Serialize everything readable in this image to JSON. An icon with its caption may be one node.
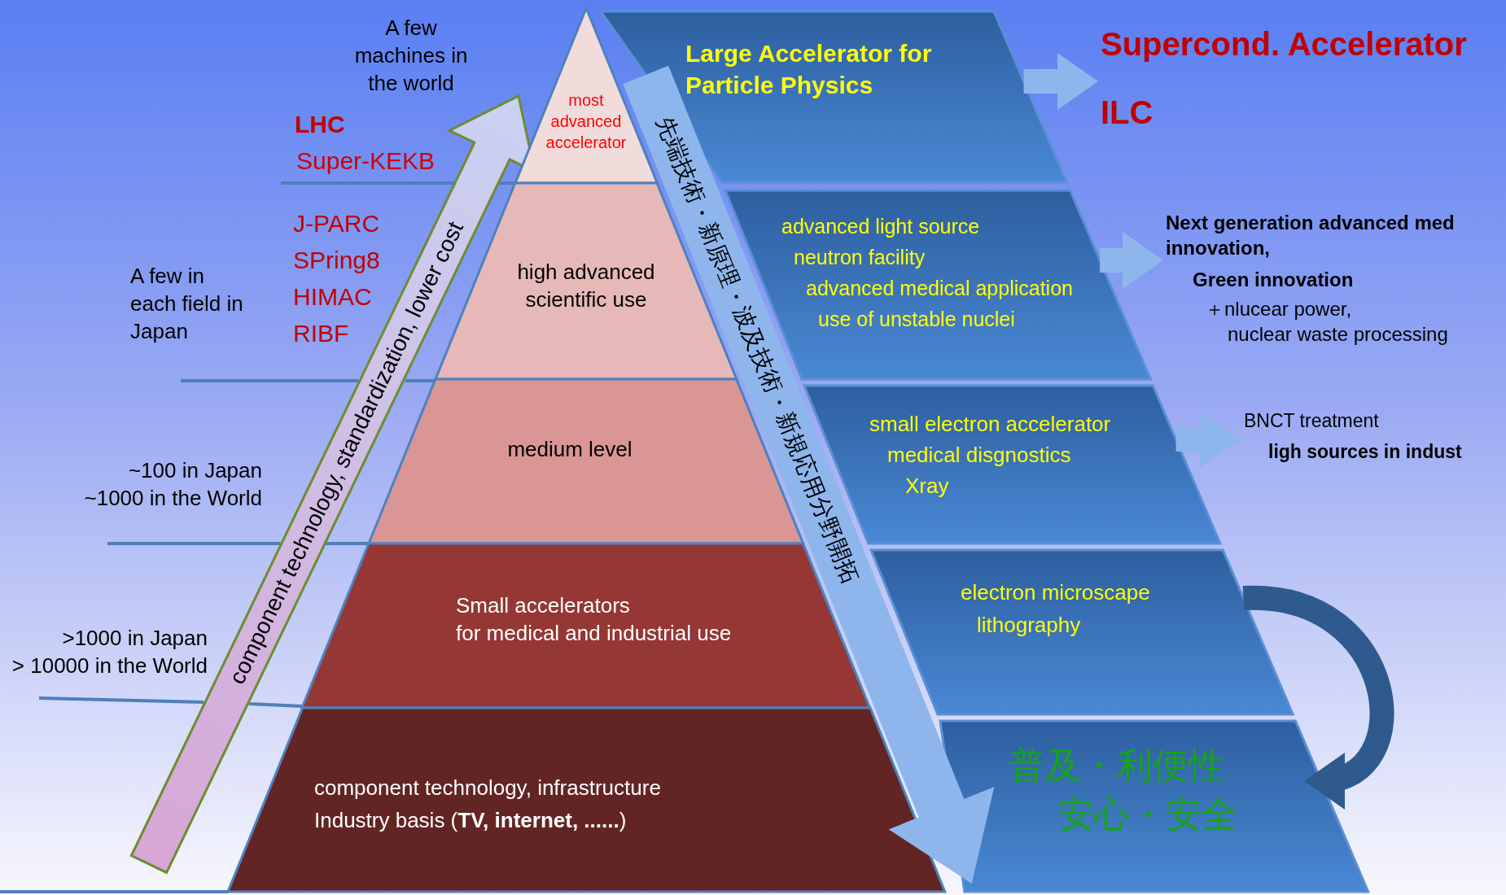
{
  "diagram": {
    "nodes": [
      {
        "text": [
          "most advanced accelerator"
        ]
      },
      {
        "text": [
          "high advanced scientific use"
        ]
      },
      {
        "text": [
          "medium level"
        ]
      },
      {
        "text": [
          "Small accelerators for medical and industrial use"
        ]
      },
      {
        "text": [
          "component technology, infrastructure",
          "Industry basis (**TV, internet, ......**)"
        ]
      },
      {
        "text": [
          "Large Accelerator for Particle Physics"
        ]
      },
      {
        "text": [
          "advanced light source",
          "neutron facility",
          "advanced medical application",
          "use of unstable nuclei"
        ]
      },
      {
        "text": [
          "small electron accelerator",
          "medical disgnostics",
          "Xray"
        ]
      },
      {
        "text": [
          "electron microscape",
          "lithography"
        ]
      },
      {
        "text": [
          "普及・利便性",
          "安心・安全"
        ]
      },
      {
        "text": [
          "Supercond. Accelerator",
          "ILC"
        ]
      },
      {
        "text": [
          "Next generation advanced med innovation,",
          "Green innovation",
          "＋nlucear power, nuclear waste processing"
        ]
      },
      {
        "text": [
          "BNCT treatment",
          "ligh sources in indust"
        ]
      }
    ],
    "edges": [
      {
        "from": 5,
        "to": 10,
        "arrow": "to"
      },
      {
        "from": 6,
        "to": 11,
        "arrow": "to"
      },
      {
        "from": 7,
        "to": 12,
        "arrow": "to"
      },
      {
        "from": 8,
        "to": 9,
        "arrow": "to",
        "color": "#2f5a8e"
      },
      {
        "from": 5,
        "to": 9,
        "arrow": "to",
        "style": "thick",
        "label": "先端技術・新原理・波及技術・新規応用分野開拓"
      }
    ],
    "labels": [
      "A few machines in the world",
      "LHC",
      "Super-KEKB",
      "J-PARC",
      "SPring8",
      "HIMAC",
      "RIBF",
      "A few in each field in Japan",
      "~100 in Japan ~1000 in the World",
      ">1000 in Japan > 10000 in the World",
      "component technology, standardization, lower cost"
    ]
  }
}
